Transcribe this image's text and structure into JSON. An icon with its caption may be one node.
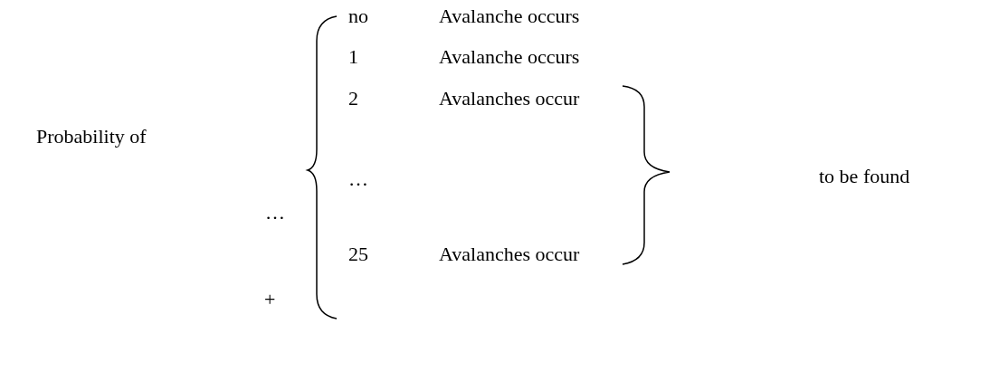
{
  "diagram": {
    "labels": [
      "no",
      "Avalanche occurs",
      "1",
      "Avalanche occurs",
      "2",
      "Avalanches occur",
      "Probability of",
      "…",
      "to be found",
      "…",
      "25",
      "Avalanches occur",
      "+"
    ]
  }
}
